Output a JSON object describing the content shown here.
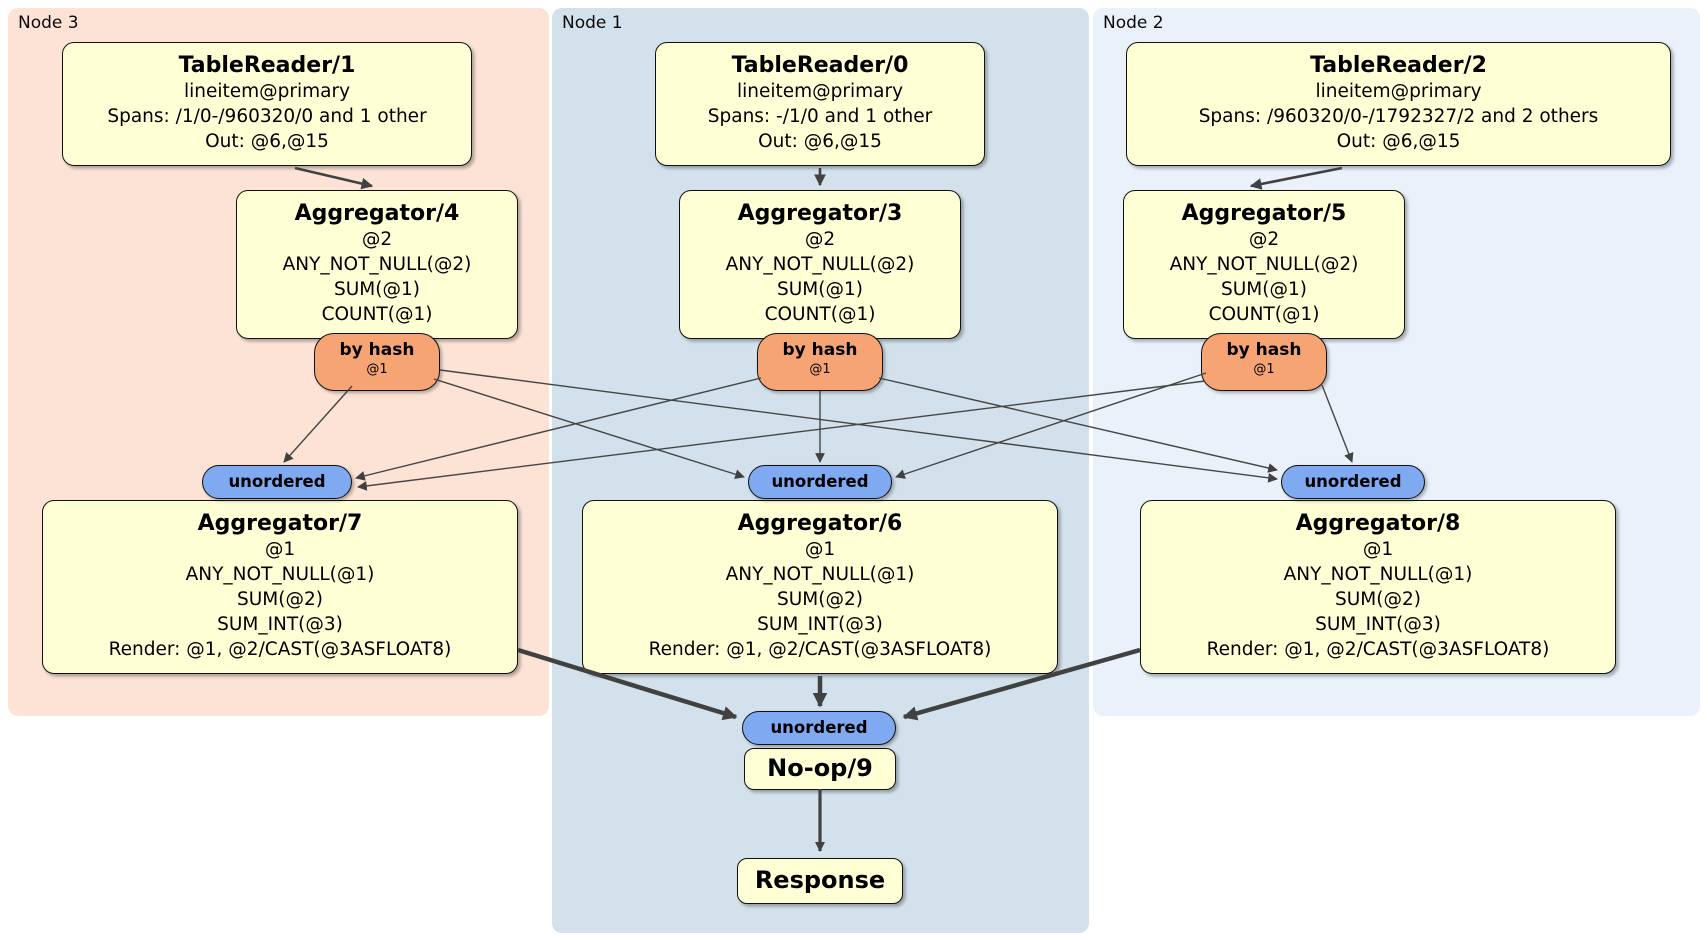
{
  "regions": [
    {
      "label": "Node 3"
    },
    {
      "label": "Node 1"
    },
    {
      "label": "Node 2"
    }
  ],
  "processors": {
    "tr1": {
      "title": "TableReader/1",
      "lines": [
        "lineitem@primary",
        "Spans: /1/0-/960320/0 and 1 other",
        "Out: @6,@15"
      ]
    },
    "tr0": {
      "title": "TableReader/0",
      "lines": [
        "lineitem@primary",
        "Spans: -/1/0 and 1 other",
        "Out: @6,@15"
      ]
    },
    "tr2": {
      "title": "TableReader/2",
      "lines": [
        "lineitem@primary",
        "Spans: /960320/0-/1792327/2 and 2 others",
        "Out: @6,@15"
      ]
    },
    "agg4": {
      "title": "Aggregator/4",
      "lines": [
        "@2",
        "ANY_NOT_NULL(@2)",
        "SUM(@1)",
        "COUNT(@1)"
      ]
    },
    "agg3": {
      "title": "Aggregator/3",
      "lines": [
        "@2",
        "ANY_NOT_NULL(@2)",
        "SUM(@1)",
        "COUNT(@1)"
      ]
    },
    "agg5": {
      "title": "Aggregator/5",
      "lines": [
        "@2",
        "ANY_NOT_NULL(@2)",
        "SUM(@1)",
        "COUNT(@1)"
      ]
    },
    "agg7": {
      "title": "Aggregator/7",
      "lines": [
        "@1",
        "ANY_NOT_NULL(@1)",
        "SUM(@2)",
        "SUM_INT(@3)",
        "Render: @1, @2/CAST(@3ASFLOAT8)"
      ]
    },
    "agg6": {
      "title": "Aggregator/6",
      "lines": [
        "@1",
        "ANY_NOT_NULL(@1)",
        "SUM(@2)",
        "SUM_INT(@3)",
        "Render: @1, @2/CAST(@3ASFLOAT8)"
      ]
    },
    "agg8": {
      "title": "Aggregator/8",
      "lines": [
        "@1",
        "ANY_NOT_NULL(@1)",
        "SUM(@2)",
        "SUM_INT(@3)",
        "Render: @1, @2/CAST(@3ASFLOAT8)"
      ]
    },
    "noop": {
      "title": "No-op/9"
    },
    "response": {
      "title": "Response"
    }
  },
  "router": {
    "label": "by hash",
    "detail": "@1"
  },
  "sync": {
    "label": "unordered"
  },
  "colors": {
    "node3_bg": "#fce3d5",
    "node1_bg": "#d2e1eb",
    "node2_bg": "#eaf1fb",
    "box_bg": "#ffffd6",
    "router_bg": "#f6a474",
    "sync_bg": "#7fa9f0",
    "edge": "#414141"
  }
}
